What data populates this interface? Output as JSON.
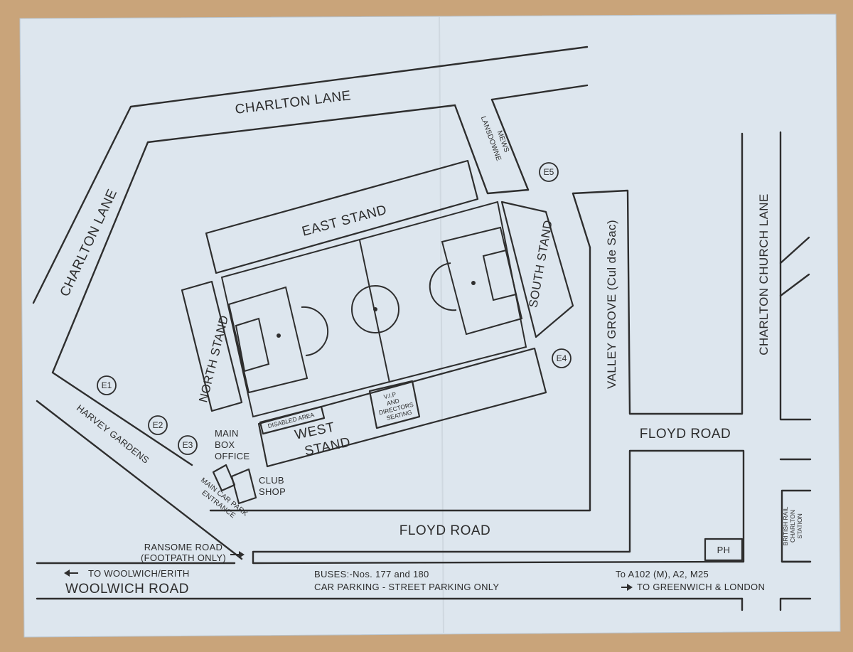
{
  "colors": {
    "paper": "#dde6ee",
    "ink": "#2e2e2e",
    "background_board": "#c9a47a"
  },
  "roads": {
    "charlton_lane_top": "CHARLTON LANE",
    "charlton_lane_left": "CHARLTON LANE",
    "lansdowne_mews": [
      "LANSDOWNE",
      "MEWS"
    ],
    "harvey_gardens": "HARVEY GARDENS",
    "valley_grove": "VALLEY GROVE (Cul de Sac)",
    "charlton_church_lane": "CHARLTON CHURCH LANE",
    "floyd_road_right": "FLOYD ROAD",
    "floyd_road_bottom": "FLOYD ROAD",
    "ransome_road": [
      "RANSOME ROAD",
      "(FOOTPATH ONLY)"
    ],
    "woolwich_road": "WOOLWICH ROAD",
    "to_woolwich": "TO WOOLWICH/ERITH",
    "to_a102": "To A102 (M), A2, M25",
    "to_greenwich": "TO GREENWICH & LONDON"
  },
  "stands": {
    "east": "EAST STAND",
    "north": "NORTH STAND",
    "south": "SOUTH STAND",
    "west": [
      "WEST",
      "STAND"
    ]
  },
  "facilities": {
    "disabled_area": "DISABLED AREA",
    "vip": [
      "V.I.P",
      "AND",
      "DIRECTORS",
      "SEATING"
    ],
    "main_box_office": [
      "MAIN",
      "BOX",
      "OFFICE"
    ],
    "club_shop": [
      "CLUB",
      "SHOP"
    ],
    "main_car_park": [
      "MAIN CAR PARK",
      "ENTRANCE"
    ],
    "pub": "PH",
    "station": [
      "BRITISH RAIL",
      "CHARLTON",
      "STATION"
    ]
  },
  "entrances": [
    "E1",
    "E2",
    "E3",
    "E4",
    "E5"
  ],
  "footer": {
    "buses": "BUSES:-Nos. 177 and 180",
    "parking": "CAR PARKING - STREET PARKING ONLY"
  },
  "icons": {
    "arrow_left": "arrow-left-icon",
    "arrow_right": "arrow-right-icon"
  }
}
